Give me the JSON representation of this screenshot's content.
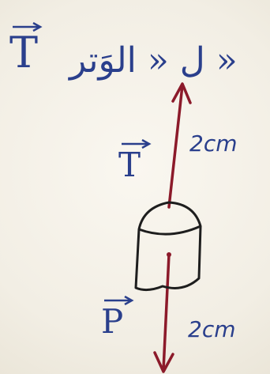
{
  "labels": {
    "title_vector": "T",
    "title_text": "ل « الوَتر »",
    "tension_vector": "T",
    "tension_length": "2cm",
    "weight_vector": "P",
    "weight_length": "2cm"
  },
  "colors": {
    "ink_blue": "#2a3f8c",
    "ink_red": "#8c1a2a",
    "ink_black": "#1e1e1e",
    "board_bg": "#f5f2ea"
  }
}
